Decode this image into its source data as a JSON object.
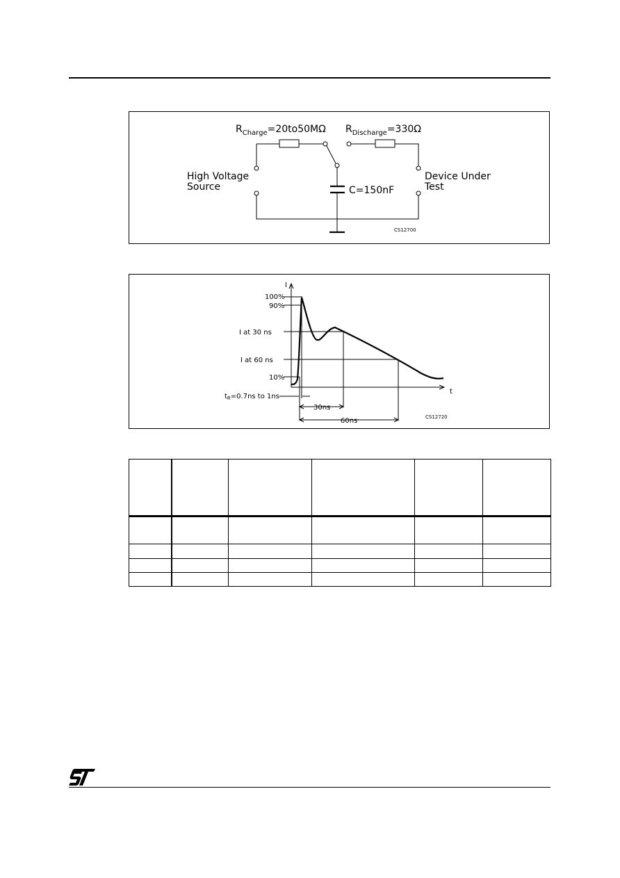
{
  "figure1": {
    "r_charge_label": "R",
    "r_charge_sub": "Charge",
    "r_charge_value": "=20to50MΩ",
    "r_discharge_label": "R",
    "r_discharge_sub": "Discharge",
    "r_discharge_value": "=330Ω",
    "hv_source_line1": "High Voltage",
    "hv_source_line2": "Source",
    "capacitor": "C=150nF",
    "dut_line1": "Device Under",
    "dut_line2": "Test",
    "code": "CS12700"
  },
  "figure2": {
    "y_axis": "I",
    "x_axis": "t",
    "label_100": "100%",
    "label_90": "90%",
    "label_30ns": "I at 30 ns",
    "label_60ns": "I at 60 ns",
    "label_10": "10%",
    "rise_t": "t",
    "rise_sub": "R",
    "rise_text": "=0.7ns to 1ns",
    "dim_30": "30ns",
    "dim_60": "60ns",
    "code": "CS12720"
  },
  "table": {
    "rows": [
      [
        "",
        "",
        "",
        "",
        "",
        ""
      ],
      [
        "",
        "",
        "",
        "",
        "",
        ""
      ],
      [
        "",
        "",
        "",
        "",
        "",
        ""
      ],
      [
        "",
        "",
        "",
        "",
        "",
        ""
      ],
      [
        "",
        "",
        "",
        "",
        "",
        ""
      ]
    ]
  },
  "logo": "ST"
}
